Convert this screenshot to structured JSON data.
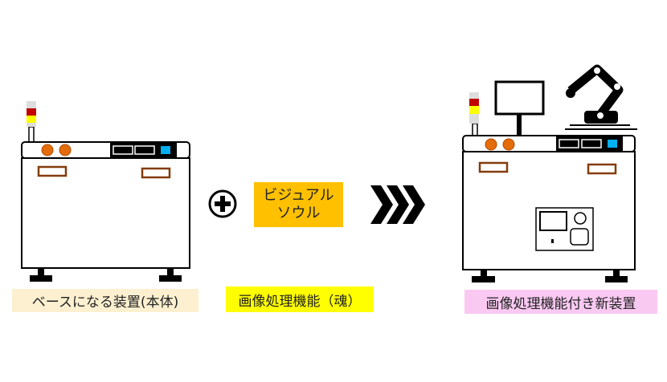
{
  "labels": {
    "base_machine": "ベースになる装置(本体)",
    "image_function": "画像処理機能（魂）",
    "new_machine": "画像処理機能付き新装置"
  },
  "soul_box": {
    "line1": "ビジュアル",
    "line2": "ソウル"
  },
  "icons": [
    "plus-circle-icon",
    "triple-chevron-right-icon",
    "signal-tower-icon",
    "monitor-icon",
    "robot-arm-icon",
    "control-panel-icon"
  ],
  "colors": {
    "orange_button": "#e46c0a",
    "blue_indicator": "#00b0f0",
    "handle": "#843c0c",
    "soul_box": "#ffc000",
    "yellow_label": "#ffff00",
    "pink_label": "#f9c9f2",
    "base_label": "#fdf0d0"
  }
}
